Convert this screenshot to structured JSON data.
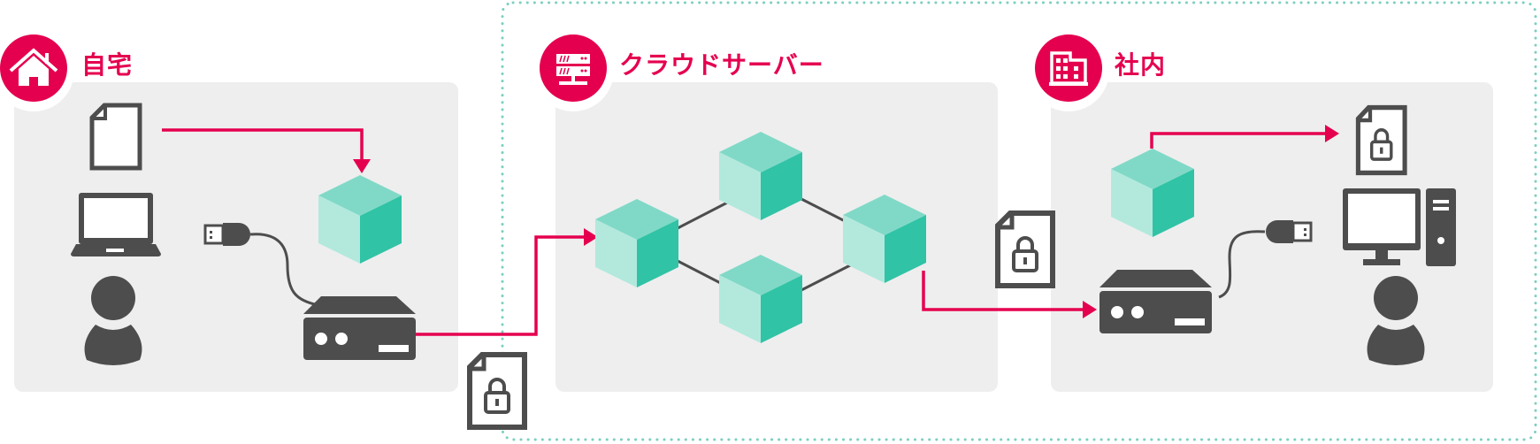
{
  "sections": {
    "home": {
      "title": "自宅",
      "icon": "house-icon"
    },
    "cloud": {
      "title": "クラウドサーバー",
      "icon": "server-icon"
    },
    "office": {
      "title": "社内",
      "icon": "building-icon"
    }
  },
  "colors": {
    "accent": "#e5004f",
    "panel": "#eeeeee",
    "dark": "#4d4d4d",
    "cube_top": "#80d9c7",
    "cube_left": "#b3e9dd",
    "cube_right": "#30c3a6",
    "dotted_border": "#7ccfc0"
  }
}
